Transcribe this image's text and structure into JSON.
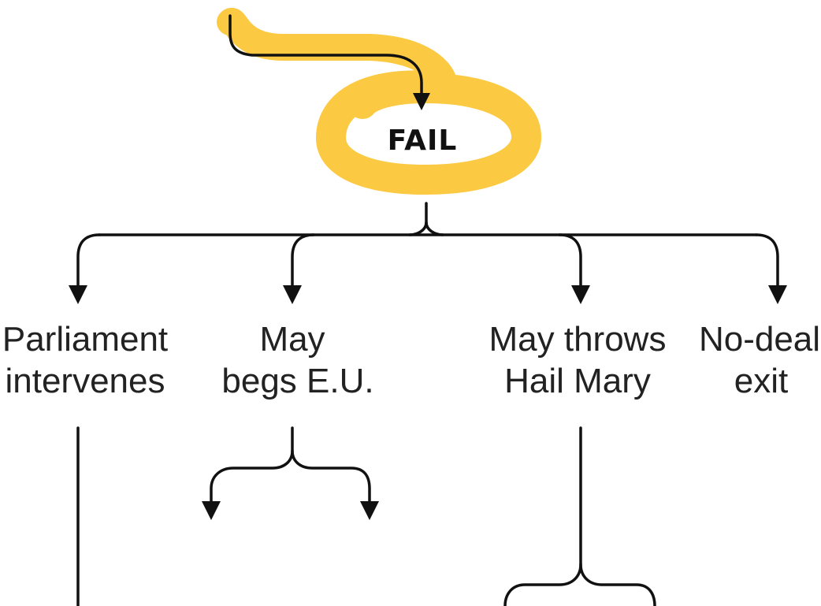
{
  "colors": {
    "highlight": "#FBC942",
    "line": "#111111",
    "text": "#222222"
  },
  "root": {
    "label": "FAIL"
  },
  "outcomes": [
    {
      "line1": "Parliament",
      "line2": "intervenes"
    },
    {
      "line1": "May",
      "line2": "begs E.U."
    },
    {
      "line1": "May throws",
      "line2": "Hail Mary"
    },
    {
      "line1": "No-deal",
      "line2": "exit"
    }
  ]
}
